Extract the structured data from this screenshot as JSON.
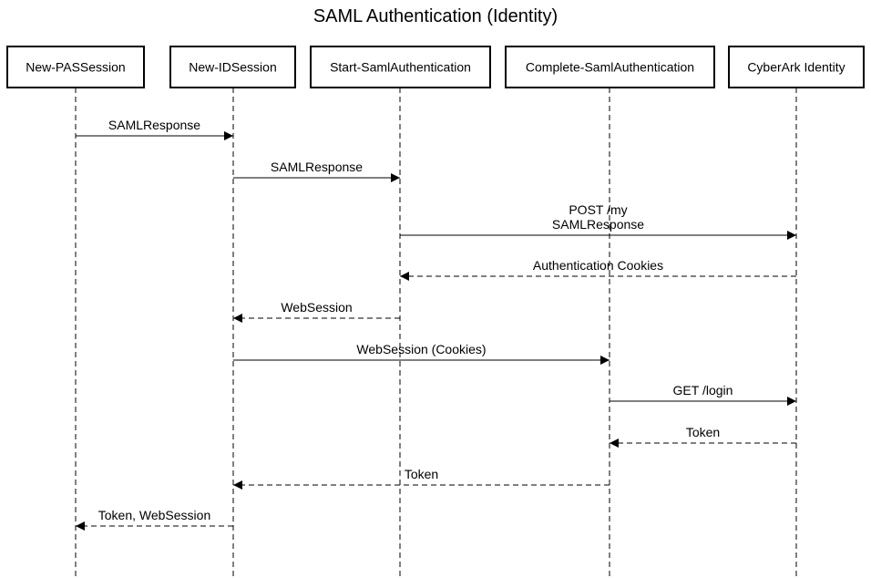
{
  "title": "SAML Authentication (Identity)",
  "actors": [
    {
      "id": "new-passession",
      "label": "New-PASSession"
    },
    {
      "id": "new-idsession",
      "label": "New-IDSession"
    },
    {
      "id": "start-samlauth",
      "label": "Start-SamlAuthentication"
    },
    {
      "id": "complete-samlauth",
      "label": "Complete-SamlAuthentication"
    },
    {
      "id": "cyberark-identity",
      "label": "CyberArk Identity"
    }
  ],
  "messages": [
    {
      "from": 0,
      "to": 1,
      "lines": [
        "SAMLResponse"
      ],
      "style": "solid"
    },
    {
      "from": 1,
      "to": 2,
      "lines": [
        "SAMLResponse"
      ],
      "style": "solid"
    },
    {
      "from": 2,
      "to": 4,
      "lines": [
        "POST /my",
        "SAMLResponse"
      ],
      "style": "solid"
    },
    {
      "from": 4,
      "to": 2,
      "lines": [
        "Authentication Cookies"
      ],
      "style": "dashed"
    },
    {
      "from": 2,
      "to": 1,
      "lines": [
        "WebSession"
      ],
      "style": "dashed"
    },
    {
      "from": 1,
      "to": 3,
      "lines": [
        "WebSession (Cookies)"
      ],
      "style": "solid"
    },
    {
      "from": 3,
      "to": 4,
      "lines": [
        "GET /login"
      ],
      "style": "solid"
    },
    {
      "from": 4,
      "to": 3,
      "lines": [
        "Token"
      ],
      "style": "dashed"
    },
    {
      "from": 3,
      "to": 1,
      "lines": [
        "Token"
      ],
      "style": "dashed"
    },
    {
      "from": 1,
      "to": 0,
      "lines": [
        "Token, WebSession"
      ],
      "style": "dashed"
    }
  ]
}
